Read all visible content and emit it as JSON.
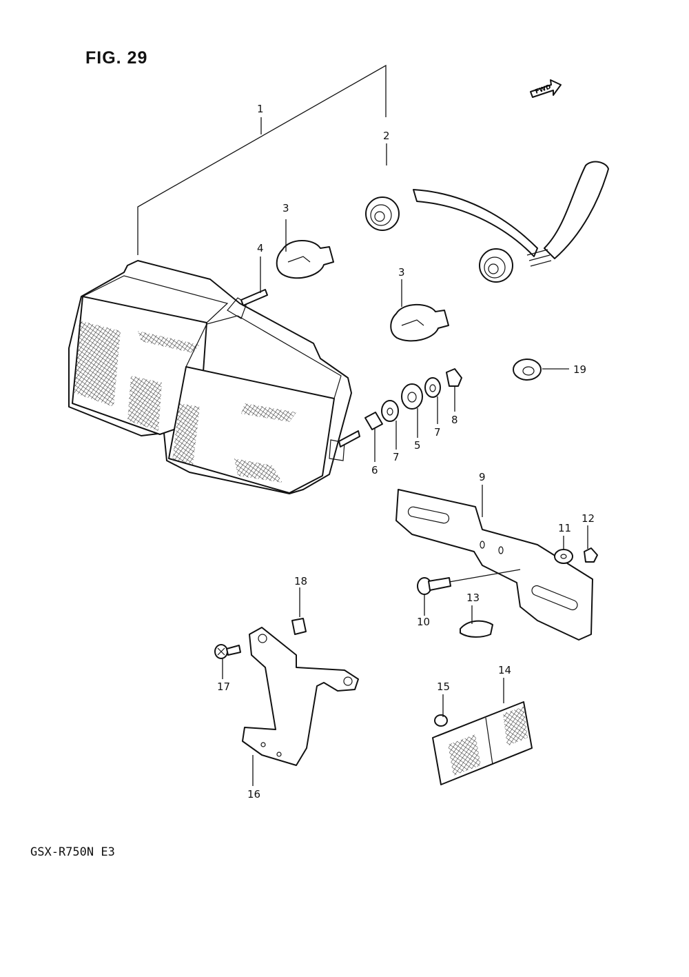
{
  "figure": {
    "title": "FIG. 29",
    "model": "GSX-R750N E3",
    "fwd_label": "FWD"
  },
  "callouts": [
    "1",
    "2",
    "3",
    "3",
    "4",
    "5",
    "6",
    "7",
    "7",
    "8",
    "9",
    "10",
    "11",
    "12",
    "13",
    "14",
    "15",
    "16",
    "17",
    "18",
    "19"
  ]
}
